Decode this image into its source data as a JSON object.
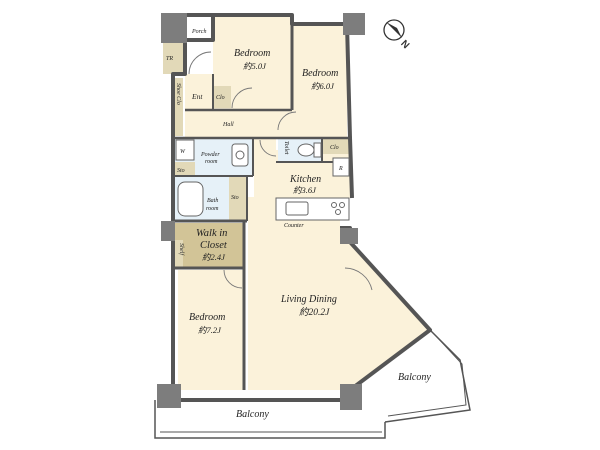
{
  "rooms": {
    "porch": "Porch",
    "tr": "TR",
    "ent": "Ent",
    "shoe_closet": "Shoe Clo",
    "clo_ent": "Clo",
    "bedroom1": {
      "label": "Bedroom",
      "area": "約5.0J"
    },
    "bedroom2": {
      "label": "Bedroom",
      "area": "約6.0J"
    },
    "hall": "Hall",
    "w": "W",
    "powder_room": [
      "Powder",
      "room"
    ],
    "sto1": "Sto",
    "sto2": "Sto",
    "toilet": "Toilet",
    "clo2": "Clo",
    "r": "R",
    "kitchen": {
      "label": "Kitchen",
      "area": "約3.6J"
    },
    "bath_room": [
      "Bath",
      "room"
    ],
    "walk_in_closet": {
      "label": [
        "Walk in",
        "Closet"
      ],
      "area": "約2.4J"
    },
    "shelf": "Shelf",
    "counter": "Counter",
    "living_dining": {
      "label": "Living Dining",
      "area": "約20.2J"
    },
    "bedroom3": {
      "label": "Bedroom",
      "area": "約7.2J"
    },
    "balcony_side": "Balcony",
    "balcony_bottom": "Balcony"
  },
  "compass": {
    "letter": "N"
  },
  "colors": {
    "floor": "#fbf2da",
    "wet_area": "#e6f1f8",
    "storage": "#e2d9b8",
    "wall": "#555555",
    "pillar": "#7d7d7d",
    "walk_in_closet": "#d2c497"
  }
}
